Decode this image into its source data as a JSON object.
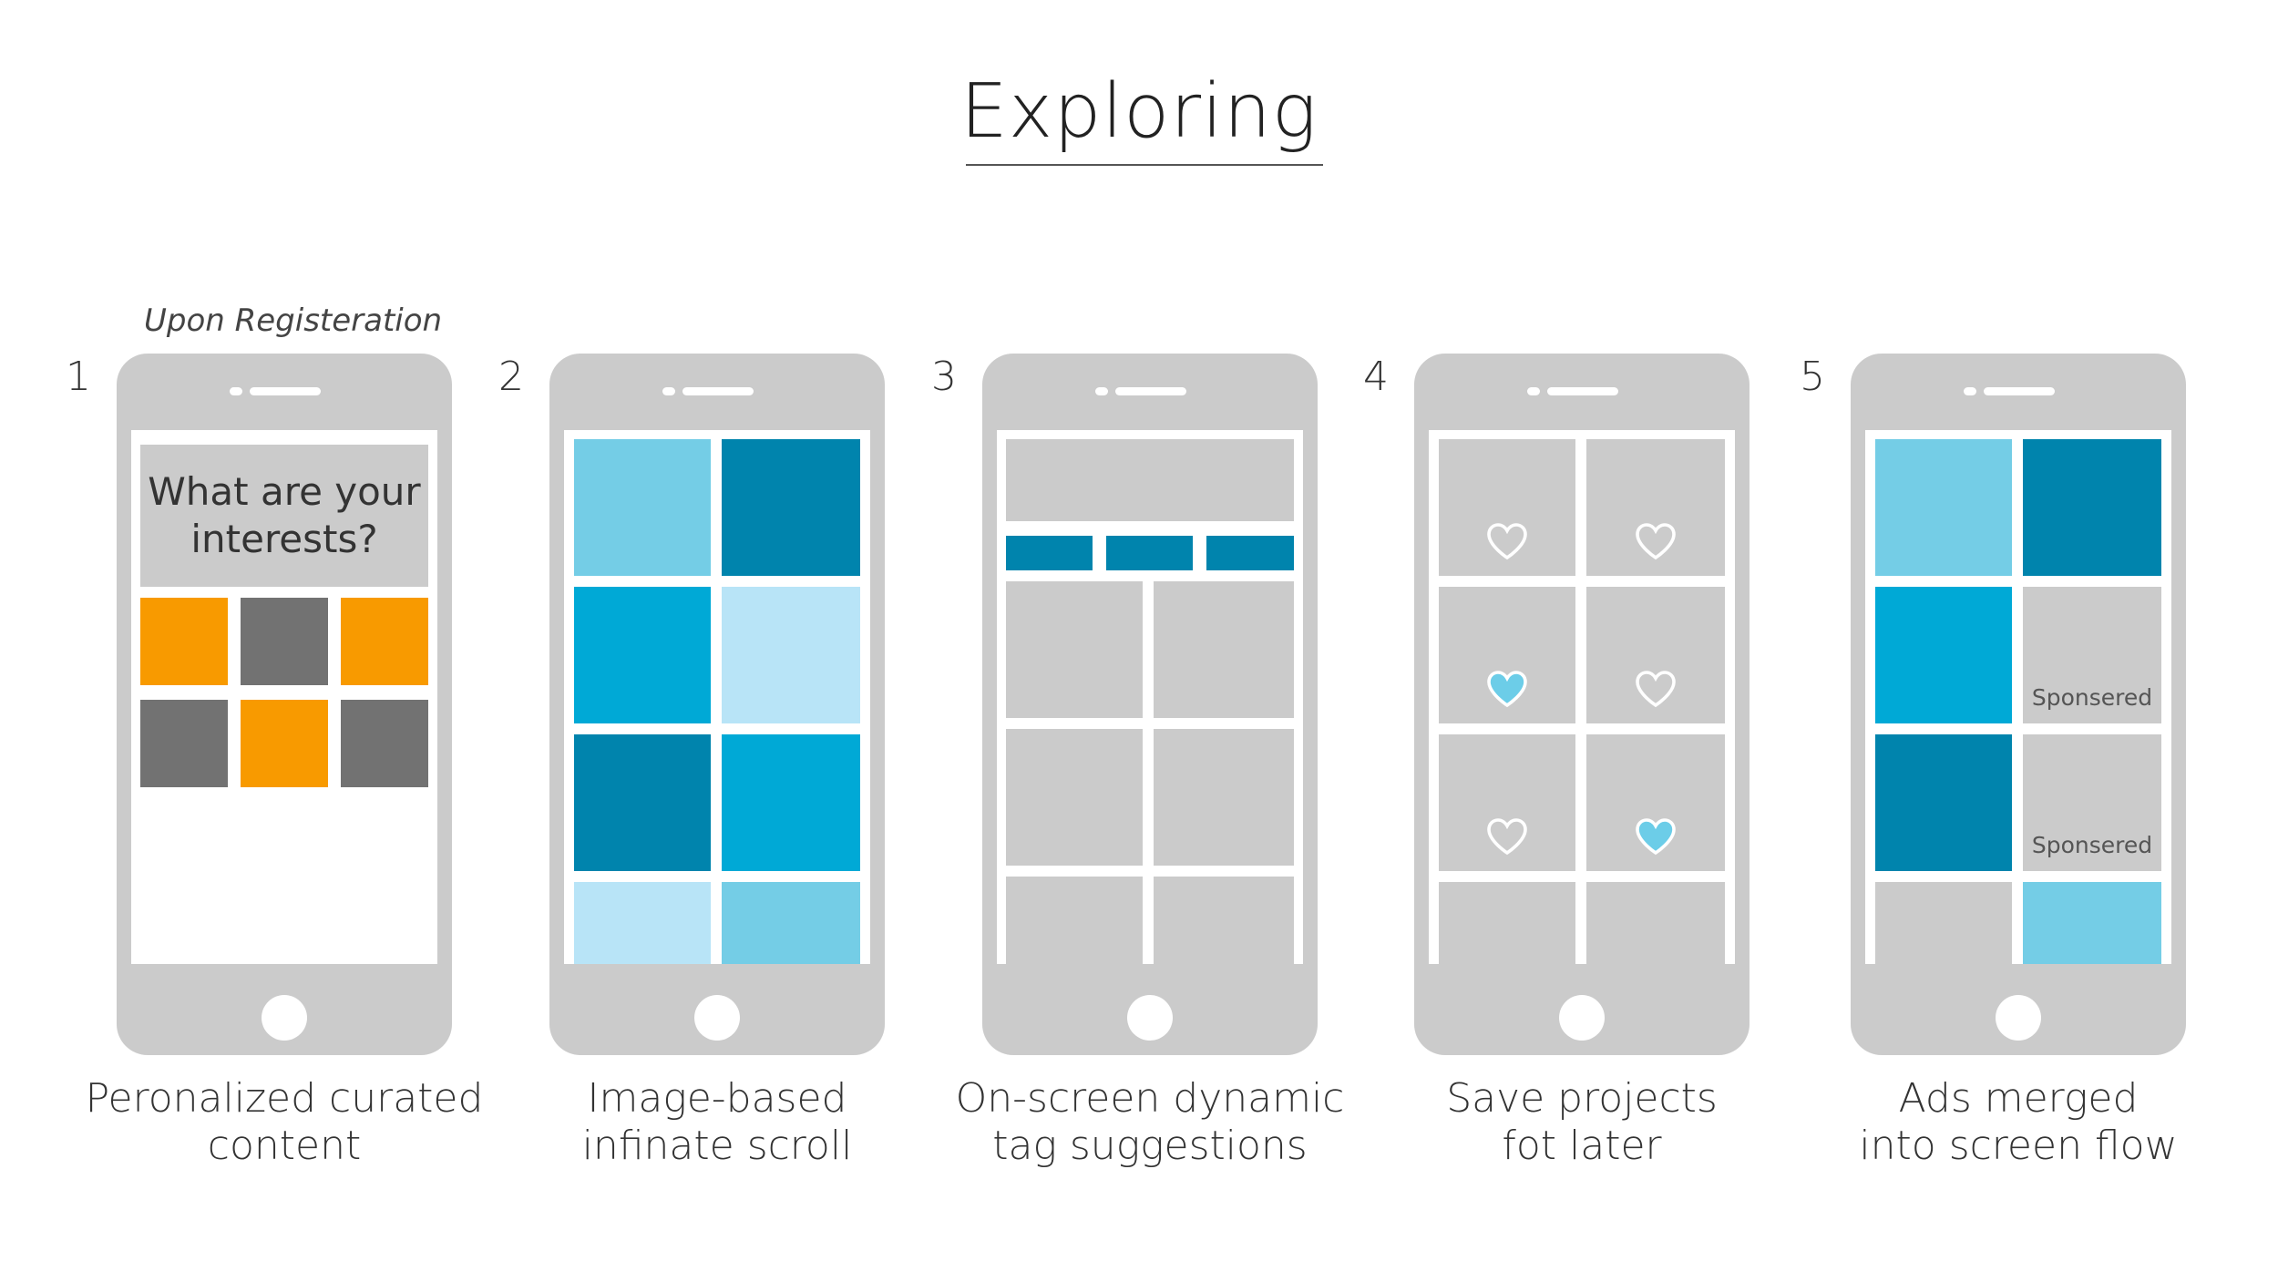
{
  "title": "Exploring",
  "note": "Upon Registeration",
  "colors": {
    "phone": "#cbcbcb",
    "light_blue": "#74cde6",
    "dark_blue": "#0084ad",
    "mid_blue": "#00a9d6",
    "pale_blue": "#b8e4f7",
    "orange": "#f89a00",
    "dark_gray": "#727272",
    "heart_fill": "#6ccde8"
  },
  "stages": [
    {
      "number": "1",
      "caption_line1": "Peronalized curated",
      "caption_line2": "content",
      "screen_question": "What are your interests?"
    },
    {
      "number": "2",
      "caption_line1": "Image-based",
      "caption_line2": "infinate scroll"
    },
    {
      "number": "3",
      "caption_line1": "On-screen dynamic",
      "caption_line2": "tag suggestions"
    },
    {
      "number": "4",
      "caption_line1": "Save projects",
      "caption_line2": "fot later"
    },
    {
      "number": "5",
      "caption_line1": "Ads merged",
      "caption_line2": "into screen flow",
      "ad_label_1": "Sponsered",
      "ad_label_2": "Sponsered"
    }
  ]
}
